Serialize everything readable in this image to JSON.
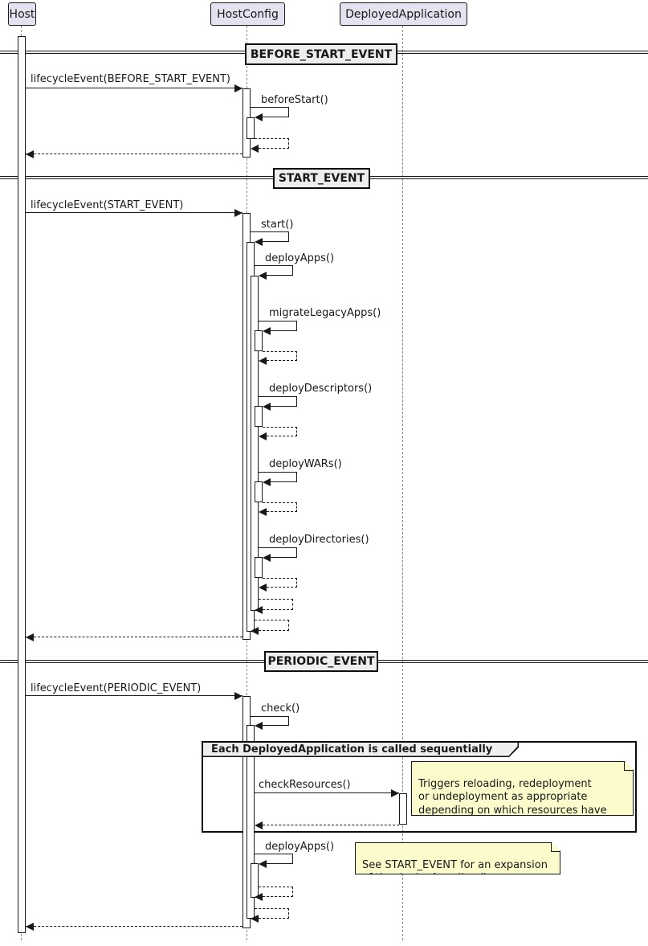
{
  "participants": {
    "host": "Host",
    "hostconfig": "HostConfig",
    "deployedapplication": "DeployedApplication"
  },
  "dividers": {
    "before_start": "BEFORE_START_EVENT",
    "start": "START_EVENT",
    "periodic": "PERIODIC_EVENT"
  },
  "messages": {
    "lifecycle_before_start": "lifecycleEvent(BEFORE_START_EVENT)",
    "before_start": "beforeStart()",
    "lifecycle_start": "lifecycleEvent(START_EVENT)",
    "start": "start()",
    "deploy_apps": "deployApps()",
    "migrate_legacy_apps": "migrateLegacyApps()",
    "deploy_descriptors": "deployDescriptors()",
    "deploy_wars": "deployWARs()",
    "deploy_directories": "deployDirectories()",
    "lifecycle_periodic": "lifecycleEvent(PERIODIC_EVENT)",
    "check": "check()",
    "check_resources": "checkResources()",
    "deploy_apps_periodic": "deployApps()"
  },
  "group": {
    "label": "Each DeployedApplication is called sequentially"
  },
  "notes": {
    "check_resources_note": "Triggers reloading, redeployment\nor undeployment as appropriate\ndepending on which resources have\nbeen added, removed and/or changed.",
    "deploy_apps_note": "See START_EVENT for an expansion\nof the deployApps() call."
  },
  "colors": {
    "participant_fill": "#E2E2F0",
    "note_fill": "#FBFBCC",
    "divider_fill": "#EEEEEE",
    "line": "#181818"
  }
}
